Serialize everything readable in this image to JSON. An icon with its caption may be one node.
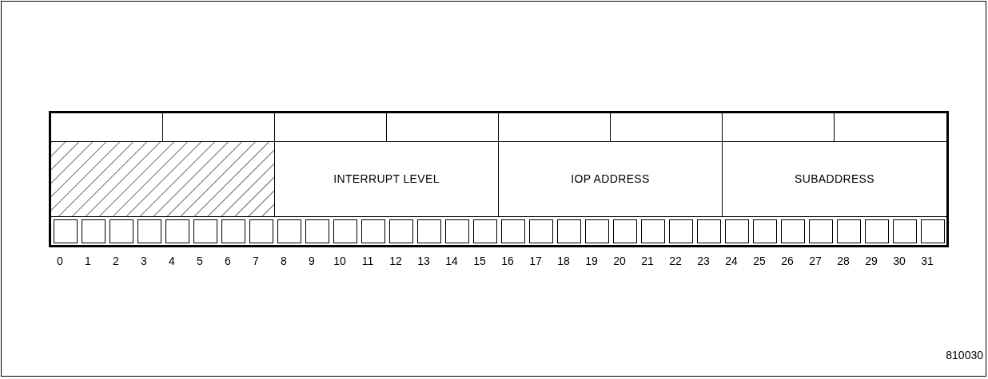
{
  "diagram": {
    "nodes": [
      {
        "text": [],
        "shape": "box"
      },
      {
        "text": [
          "INTERRUPT LEVEL"
        ]
      },
      {
        "text": [
          "IOP ADDRESS"
        ]
      },
      {
        "text": [
          "SUBADDRESS"
        ]
      }
    ],
    "labels": [
      "0",
      "1",
      "2",
      "3",
      "4",
      "5",
      "6",
      "7",
      "8",
      "9",
      "10",
      "11",
      "12",
      "13",
      "14",
      "15",
      "16",
      "17",
      "18",
      "19",
      "20",
      "21",
      "22",
      "23",
      "24",
      "25",
      "26",
      "27",
      "28",
      "29",
      "30",
      "31",
      "810030"
    ]
  }
}
